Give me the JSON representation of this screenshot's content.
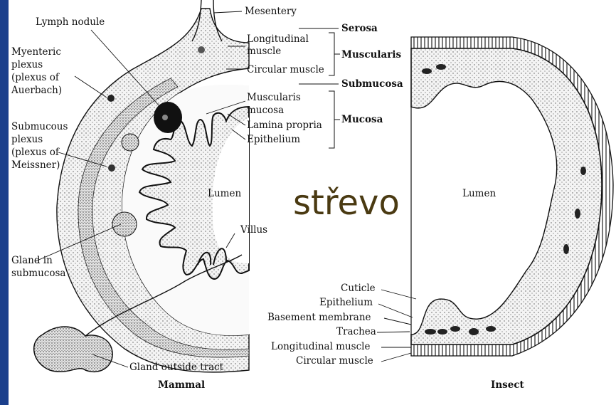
{
  "title": "střevo",
  "colors": {
    "slide_bar": "#1b3f8c",
    "title_text": "#4a3a12",
    "ink": "#111111"
  },
  "mammal": {
    "caption": "Mammal",
    "labels": {
      "lymph_nodule": "Lymph nodule",
      "mesentery": "Mesentery",
      "myenteric_1": "Myenteric",
      "myenteric_2": "plexus",
      "myenteric_3": "(plexus of",
      "myenteric_4": "Auerbach)",
      "submucous_1": "Submucous",
      "submucous_2": "plexus",
      "submucous_3": "(plexus of",
      "submucous_4": "Meissner)",
      "longitudinal_1": "Longitudinal",
      "longitudinal_2": "muscle",
      "circular_muscle": "Circular muscle",
      "muscularis_mucosa_1": "Muscularis",
      "muscularis_mucosa_2": "mucosa",
      "lamina_propria": "Lamina propria",
      "epithelium": "Epithelium",
      "lumen": "Lumen",
      "villus": "Villus",
      "gland_submucosa_1": "Gland in",
      "gland_submucosa_2": "submucosa",
      "gland_outside": "Gland outside tract"
    },
    "groups": {
      "serosa": "Serosa",
      "muscularis": "Muscularis",
      "submucosa": "Submucosa",
      "mucosa": "Mucosa"
    }
  },
  "insect": {
    "caption": "Insect",
    "labels": {
      "lumen": "Lumen",
      "cuticle": "Cuticle",
      "epithelium": "Epithelium",
      "basement_membrane": "Basement membrane",
      "trachea": "Trachea",
      "longitudinal_muscle": "Longitudinal muscle",
      "circular_muscle": "Circular muscle"
    }
  }
}
